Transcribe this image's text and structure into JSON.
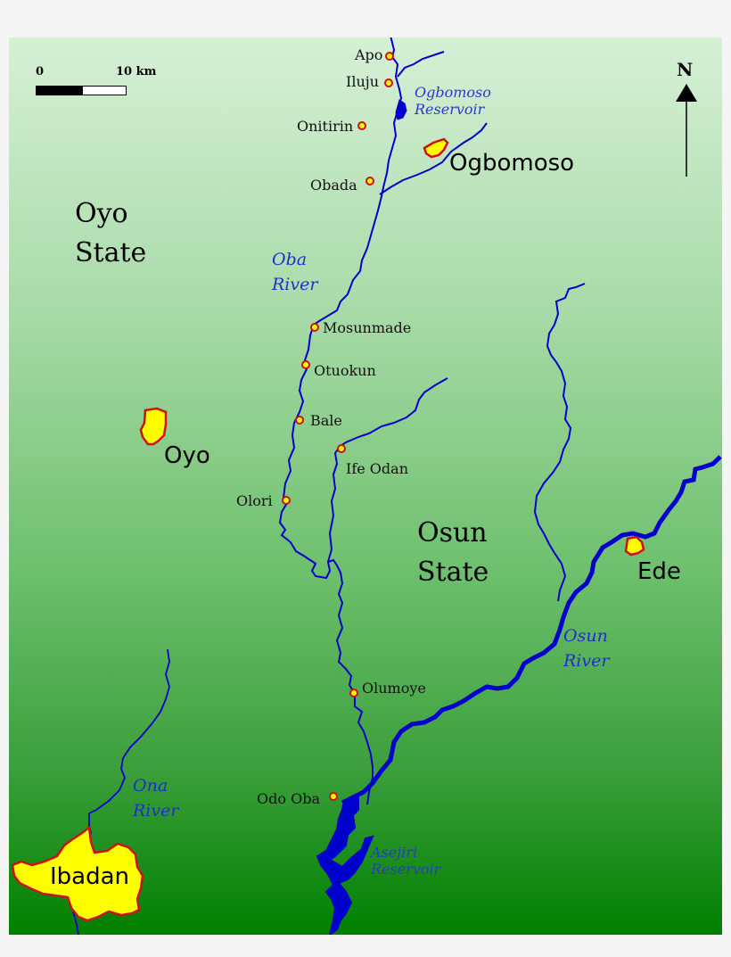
{
  "map": {
    "colors": {
      "background_top": "#d6f0d6",
      "background_bottom": "#008000",
      "river": "#0000cc",
      "river_label": "#1f2fc8",
      "city_fill": "#ffff00",
      "city_outline": "#d01010",
      "town_dot_fill": "#ffff00",
      "town_dot_outline": "#d01010"
    },
    "scale_bar": {
      "start_label": "0",
      "end_label": "10 km"
    },
    "north_arrow": {
      "label": "N"
    },
    "states": [
      {
        "line1": "Oyo",
        "line2": "State"
      },
      {
        "line1": "Osun",
        "line2": "State"
      }
    ],
    "cities": [
      {
        "name": "Ogbomoso"
      },
      {
        "name": "Oyo"
      },
      {
        "name": "Ede"
      },
      {
        "name": "Ibadan"
      }
    ],
    "towns": [
      {
        "name": "Apo"
      },
      {
        "name": "Iluju"
      },
      {
        "name": "Onitirin"
      },
      {
        "name": "Obada"
      },
      {
        "name": "Mosunmade"
      },
      {
        "name": "Otuokun"
      },
      {
        "name": "Bale"
      },
      {
        "name": "Ife Odan"
      },
      {
        "name": "Olori"
      },
      {
        "name": "Olumoye"
      },
      {
        "name": "Odo Oba"
      }
    ],
    "rivers": [
      {
        "line1": "Oba",
        "line2": "River"
      },
      {
        "line1": "Osun",
        "line2": "River"
      },
      {
        "line1": "Ona",
        "line2": "River"
      }
    ],
    "reservoirs": [
      {
        "line1": "Ogbomoso",
        "line2": "Reservoir"
      },
      {
        "line1": "Asejiri",
        "line2": "Reservoir"
      }
    ]
  }
}
